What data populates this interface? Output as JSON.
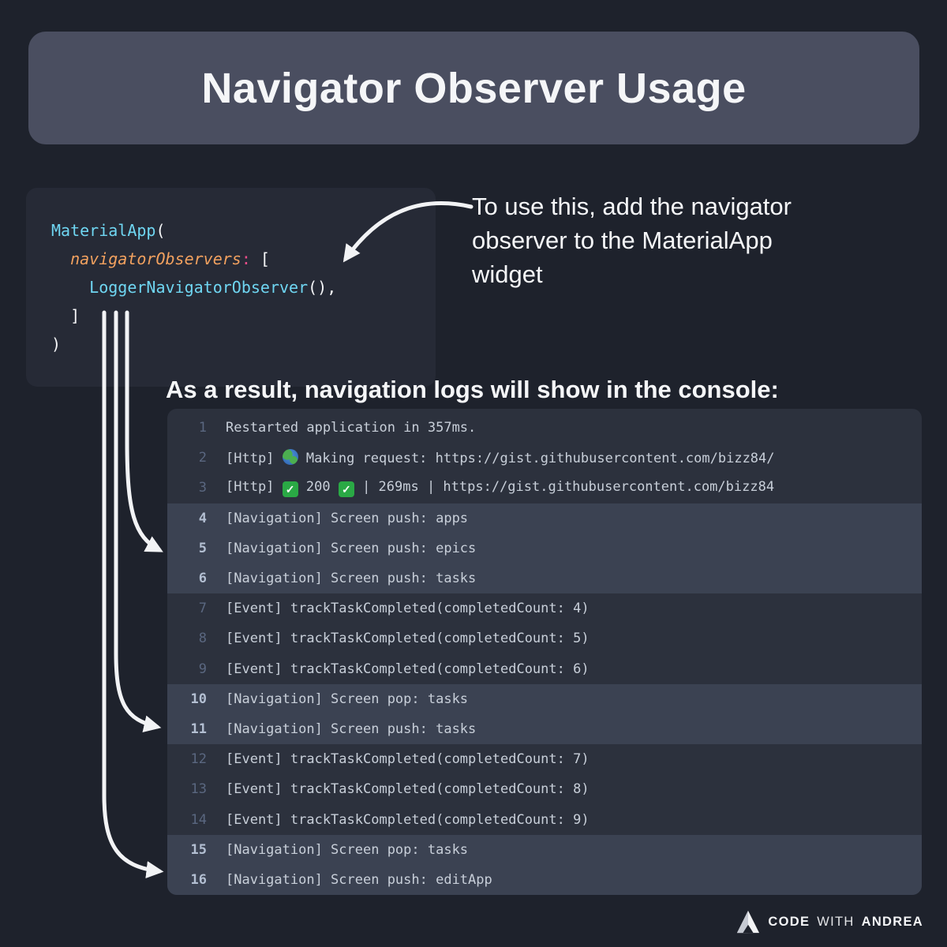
{
  "banner": {
    "title": "Navigator Observer Usage"
  },
  "code_panel": {
    "lines": [
      {
        "segments": [
          {
            "text": "MaterialApp",
            "style": "cyan"
          },
          {
            "text": "(",
            "style": "plain"
          }
        ]
      },
      {
        "segments": [
          {
            "text": "  ",
            "style": "plain"
          },
          {
            "text": "navigatorObservers",
            "style": "orange-italic"
          },
          {
            "text": ":",
            "style": "pink"
          },
          {
            "text": " [",
            "style": "plain"
          }
        ]
      },
      {
        "segments": [
          {
            "text": "    ",
            "style": "plain"
          },
          {
            "text": "LoggerNavigatorObserver",
            "style": "cyan"
          },
          {
            "text": "(),",
            "style": "plain"
          }
        ]
      },
      {
        "segments": [
          {
            "text": "  ]",
            "style": "plain"
          }
        ]
      },
      {
        "segments": [
          {
            "text": ")",
            "style": "plain"
          }
        ]
      }
    ]
  },
  "annotation": {
    "text": "To use this, add the navigator\nobserver to the MaterialApp\nwidget"
  },
  "console_heading": "As a result, navigation logs will show in the console:",
  "console": {
    "rows": [
      {
        "n": 1,
        "text": "Restarted application in 357ms.",
        "highlight": false
      },
      {
        "n": 2,
        "text": "[Http] 🌍 Making request: https://gist.githubusercontent.com/bizz84/",
        "highlight": false
      },
      {
        "n": 3,
        "text": "[Http] ✅ 200 ✅ | 269ms | https://gist.githubusercontent.com/bizz84",
        "highlight": false
      },
      {
        "n": 4,
        "text": "[Navigation] Screen push: apps",
        "highlight": true
      },
      {
        "n": 5,
        "text": "[Navigation] Screen push: epics",
        "highlight": true
      },
      {
        "n": 6,
        "text": "[Navigation] Screen push: tasks",
        "highlight": true
      },
      {
        "n": 7,
        "text": "[Event] trackTaskCompleted(completedCount: 4)",
        "highlight": false
      },
      {
        "n": 8,
        "text": "[Event] trackTaskCompleted(completedCount: 5)",
        "highlight": false
      },
      {
        "n": 9,
        "text": "[Event] trackTaskCompleted(completedCount: 6)",
        "highlight": false
      },
      {
        "n": 10,
        "text": "[Navigation] Screen pop: tasks",
        "highlight": true
      },
      {
        "n": 11,
        "text": "[Navigation] Screen push: tasks",
        "highlight": true
      },
      {
        "n": 12,
        "text": "[Event] trackTaskCompleted(completedCount: 7)",
        "highlight": false
      },
      {
        "n": 13,
        "text": "[Event] trackTaskCompleted(completedCount: 8)",
        "highlight": false
      },
      {
        "n": 14,
        "text": "[Event] trackTaskCompleted(completedCount: 9)",
        "highlight": false
      },
      {
        "n": 15,
        "text": "[Navigation] Screen pop: tasks",
        "highlight": true
      },
      {
        "n": 16,
        "text": "[Navigation] Screen push: editApp",
        "highlight": true
      }
    ]
  },
  "footer": {
    "word1": "CODE",
    "word2": "WITH",
    "word3": "ANDREA"
  },
  "colors": {
    "bg": "#1e222c",
    "banner": "#4a4e60",
    "panel": "#262a36",
    "console": "#2c313d",
    "hl": "#3b4252",
    "text-bright": "#f5f6f8",
    "console-text": "#c8cfd9",
    "num": "#5a6780",
    "num-hl": "#b3bfd2",
    "cyan": "#6fd6f2",
    "orange": "#f2a15f",
    "pink": "#eb4d8a",
    "arrow": "#f2f3f5",
    "green": "#2aa945",
    "globe-sea": "#4a90d9",
    "globe-land": "#4caf50"
  }
}
